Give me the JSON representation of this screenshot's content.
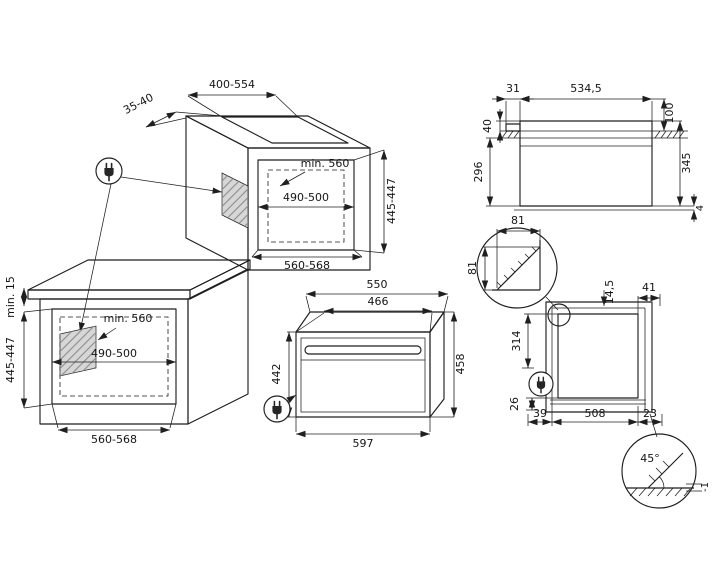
{
  "colors": {
    "line": "#1f1f1f",
    "panel": "#d7d7d7",
    "background": "#ffffff"
  },
  "views": {
    "upper_cabinet": {
      "top_cutout_width": "400-554",
      "front_setback": "35-40",
      "min_depth": "min. 560",
      "socket_zone_width": "490-500",
      "niche_width": "560-568",
      "niche_height": "445-447"
    },
    "base_cabinet": {
      "top_clearance": "min. 15",
      "min_depth": "min. 560",
      "socket_zone_width": "490-500",
      "niche_height": "445-447",
      "niche_width": "560-568"
    },
    "oven_front": {
      "upper_width": "550",
      "inner_width": "466",
      "front_height": "442",
      "overall_height": "458",
      "overall_width": "597"
    },
    "side_section": {
      "handle_depth": "31",
      "body_depth": "534,5",
      "upper_rear_height": "100",
      "top_recess": "40",
      "lower_front_height": "296",
      "overall_height": "345",
      "bottom_gap": "4"
    },
    "corner_detail": {
      "cut_width": "81",
      "cut_depth": "81"
    },
    "plan_view": {
      "rear_gap": "14,5",
      "corner_clearance": "41",
      "socket_depth": "314",
      "front_clearance": "26",
      "left_margin": "39",
      "body_width": "508",
      "right_margin": "23"
    },
    "edge_detail": {
      "chamfer_angle": "45°",
      "edge_offset": "-1"
    }
  }
}
